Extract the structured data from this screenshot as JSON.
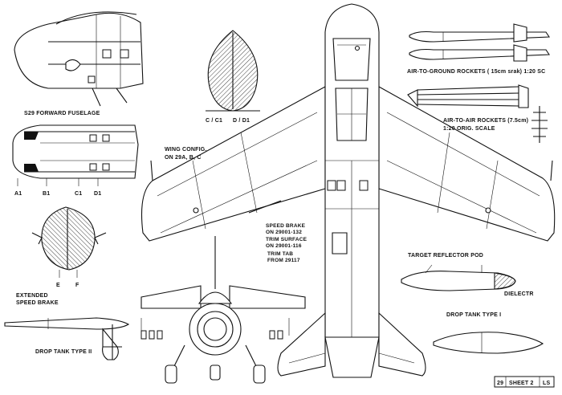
{
  "labels": {
    "forward_fuselage": "S29  FORWARD FUSELAGE",
    "section_c": "C / C1",
    "section_d": "D / D1",
    "wing_config_line1": "WING CONFIG.",
    "wing_config_line2": "ON 29A, B, C",
    "station_a1": "A1",
    "station_b1": "B1",
    "station_c1": "C1",
    "station_d1": "D1",
    "speed_brake_line1": "SPEED BRAKE",
    "speed_brake_line2": "ON 29001-132",
    "trim_surface_line1": "TRIM SURFACE",
    "trim_surface_line2": "ON 29001-116",
    "trim_tab_line1": "TRIM TAB",
    "trim_tab_line2": "FROM 29117",
    "extended_line1": "EXTENDED",
    "extended_line2": "SPEED BRAKE",
    "section_e": "E",
    "section_f": "F",
    "air_to_ground": "AIR-TO-GROUND ROCKETS ( 15cm srak)  1:20 SC",
    "air_to_air_line1": "AIR-TO-AIR ROCKETS (7.5cm)",
    "air_to_air_line2": "1:20 ORIG. SCALE",
    "target_pod": "TARGET REFLECTOR POD",
    "dielectric": "DIELECTR",
    "drop_tank_1": "DROP TANK TYPE I",
    "drop_tank_2": "DROP TANK TYPE II",
    "sheet_number": "29",
    "sheet_label": "SHEET 2",
    "sheet_initials": "LS"
  }
}
